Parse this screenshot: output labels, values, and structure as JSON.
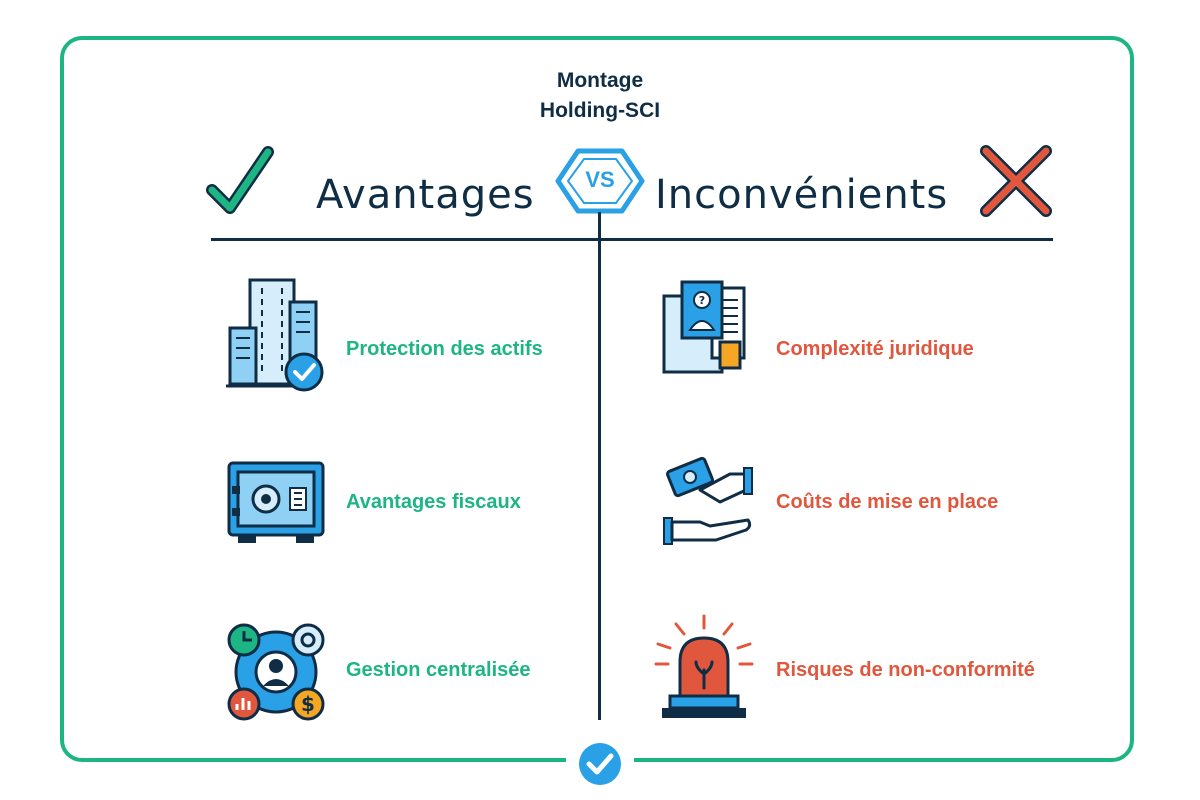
{
  "title": {
    "line1": "Montage",
    "line2": "Holding-SCI"
  },
  "vs_label": "VS",
  "headers": {
    "left": "Avantages",
    "right": "Inconvénients"
  },
  "advantages": [
    {
      "label": "Protection des actifs",
      "icon": "buildings-check-icon"
    },
    {
      "label": "Avantages fiscaux",
      "icon": "safe-icon"
    },
    {
      "label": "Gestion centralisée",
      "icon": "management-hub-icon"
    }
  ],
  "disadvantages": [
    {
      "label": "Complexité juridique",
      "icon": "legal-documents-icon"
    },
    {
      "label": "Coûts de mise en place",
      "icon": "money-hands-icon"
    },
    {
      "label": "Risques de non-conformité",
      "icon": "alarm-siren-icon"
    }
  ],
  "colors": {
    "green": "#1db584",
    "red": "#e0573e",
    "navy": "#0f2d45",
    "blue": "#2aa0e6",
    "light_blue": "#8fd0f5"
  }
}
